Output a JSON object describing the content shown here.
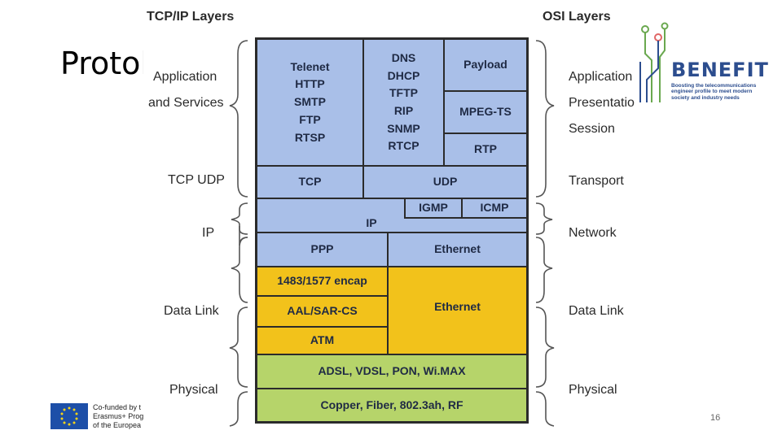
{
  "slide": {
    "title": "Protol",
    "page_number": "16"
  },
  "headers": {
    "left": "TCP/IP Layers",
    "right": "OSI Layers"
  },
  "tcpip_layers": {
    "app": "Application",
    "app2": "and Services",
    "tcpudp": "TCP UDP",
    "ip": "IP",
    "datalink": "Data Link",
    "physical": "Physical"
  },
  "osi_layers": {
    "application": "Application",
    "presentation": "Presentation",
    "session": "Session",
    "transport": "Transport",
    "network": "Network",
    "datalink": "Data Link",
    "physical": "Physical"
  },
  "protocols": {
    "app_col1": [
      "Telenet",
      "HTTP",
      "SMTP",
      "FTP",
      "RTSP"
    ],
    "app_col2": [
      "DNS",
      "DHCP",
      "TFTP",
      "RIP",
      "SNMP",
      "RTCP"
    ],
    "payload": "Payload",
    "mpegts": "MPEG-TS",
    "rtp": "RTP",
    "tcp": "TCP",
    "udp": "UDP",
    "ip": "IP",
    "igmp": "IGMP",
    "icmp": "ICMP",
    "ppp": "PPP",
    "ethernet_top": "Ethernet",
    "encap": "1483/1577 encap",
    "aal": "AAL/SAR-CS",
    "atm": "ATM",
    "ethernet_yellow": "Ethernet",
    "adsl": "ADSL, VDSL, PON, Wi.MAX",
    "copper": "Copper, Fiber, 802.3ah, RF"
  },
  "colors": {
    "upper": "#a9bfe8",
    "lower_link": "#f2c21b",
    "physical": "#b6d46a"
  },
  "logos": {
    "benefit_word": "BENEFIT",
    "benefit_sub": "Boosting the telecommunications engineer profile to meet modern society and industry needs",
    "eu_text": [
      "Co-funded by t",
      "Erasmus+ Prog",
      "of the Europea"
    ]
  }
}
